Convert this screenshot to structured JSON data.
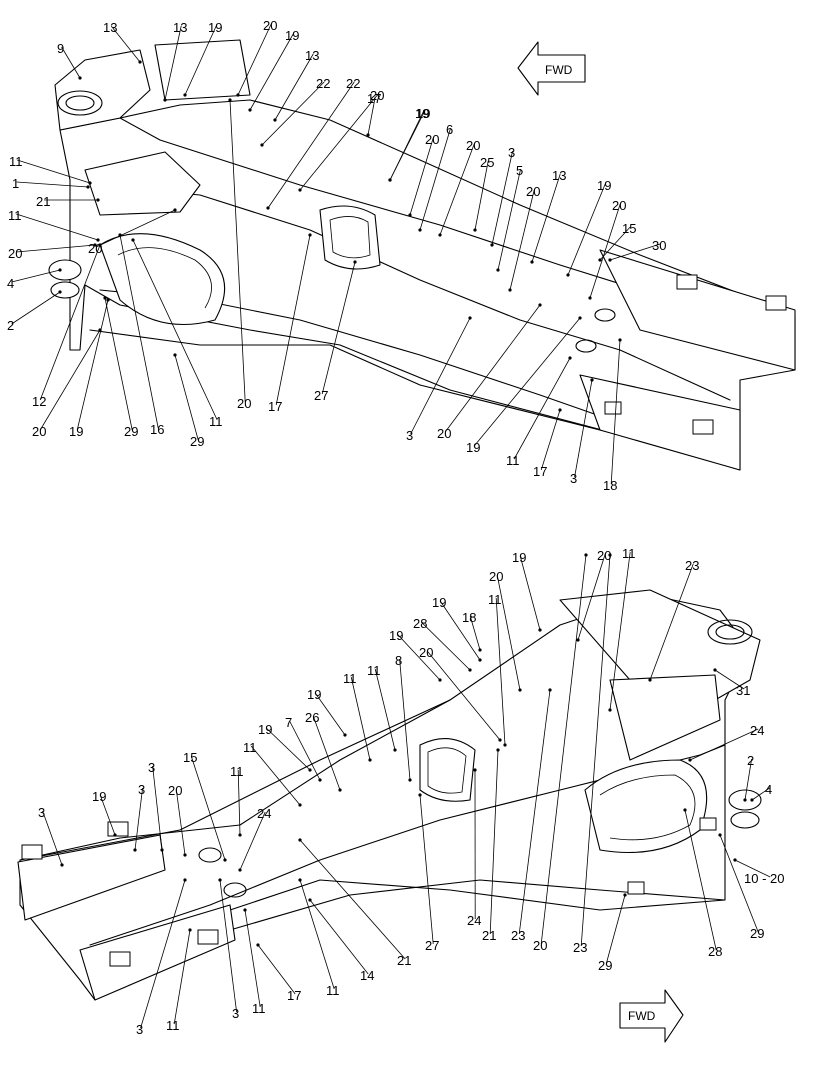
{
  "top": {
    "fwd": "FWD",
    "callouts": [
      {
        "text": "13"
      },
      {
        "text": "13"
      },
      {
        "text": "19"
      },
      {
        "text": "20"
      },
      {
        "text": "19"
      },
      {
        "text": "9"
      },
      {
        "text": "13"
      },
      {
        "text": "22"
      },
      {
        "text": "22"
      },
      {
        "text": "20"
      },
      {
        "text": "17"
      },
      {
        "text": "19"
      },
      {
        "text": "19"
      },
      {
        "text": "6"
      },
      {
        "text": "20"
      },
      {
        "text": "20"
      },
      {
        "text": "3"
      },
      {
        "text": "25"
      },
      {
        "text": "5"
      },
      {
        "text": "13"
      },
      {
        "text": "11"
      },
      {
        "text": "1"
      },
      {
        "text": "20"
      },
      {
        "text": "19"
      },
      {
        "text": "21"
      },
      {
        "text": "20"
      },
      {
        "text": "20"
      },
      {
        "text": "11"
      },
      {
        "text": "15"
      },
      {
        "text": "30"
      },
      {
        "text": "20"
      },
      {
        "text": "4"
      },
      {
        "text": "2"
      },
      {
        "text": "12"
      },
      {
        "text": "20"
      },
      {
        "text": "19"
      },
      {
        "text": "29"
      },
      {
        "text": "16"
      },
      {
        "text": "29"
      },
      {
        "text": "11"
      },
      {
        "text": "20"
      },
      {
        "text": "17"
      },
      {
        "text": "27"
      },
      {
        "text": "3"
      },
      {
        "text": "20"
      },
      {
        "text": "19"
      },
      {
        "text": "11"
      },
      {
        "text": "17"
      },
      {
        "text": "3"
      },
      {
        "text": "18"
      }
    ]
  },
  "bottom": {
    "fwd": "FWD",
    "callouts": [
      {
        "text": "19"
      },
      {
        "text": "20"
      },
      {
        "text": "11"
      },
      {
        "text": "23"
      },
      {
        "text": "20"
      },
      {
        "text": "11"
      },
      {
        "text": "19"
      },
      {
        "text": "18"
      },
      {
        "text": "28"
      },
      {
        "text": "19"
      },
      {
        "text": "20"
      },
      {
        "text": "8"
      },
      {
        "text": "31"
      },
      {
        "text": "11"
      },
      {
        "text": "11"
      },
      {
        "text": "19"
      },
      {
        "text": "24"
      },
      {
        "text": "19"
      },
      {
        "text": "26"
      },
      {
        "text": "7"
      },
      {
        "text": "2"
      },
      {
        "text": "11"
      },
      {
        "text": "15"
      },
      {
        "text": "4"
      },
      {
        "text": "11"
      },
      {
        "text": "3"
      },
      {
        "text": "20"
      },
      {
        "text": "19"
      },
      {
        "text": "3"
      },
      {
        "text": "3"
      },
      {
        "text": "10 - 20"
      },
      {
        "text": "29"
      },
      {
        "text": "24"
      },
      {
        "text": "21"
      },
      {
        "text": "23"
      },
      {
        "text": "20"
      },
      {
        "text": "23"
      },
      {
        "text": "28"
      },
      {
        "text": "24"
      },
      {
        "text": "27"
      },
      {
        "text": "21"
      },
      {
        "text": "29"
      },
      {
        "text": "14"
      },
      {
        "text": "11"
      },
      {
        "text": "17"
      },
      {
        "text": "11"
      },
      {
        "text": "3"
      },
      {
        "text": "3"
      },
      {
        "text": "11"
      }
    ]
  }
}
